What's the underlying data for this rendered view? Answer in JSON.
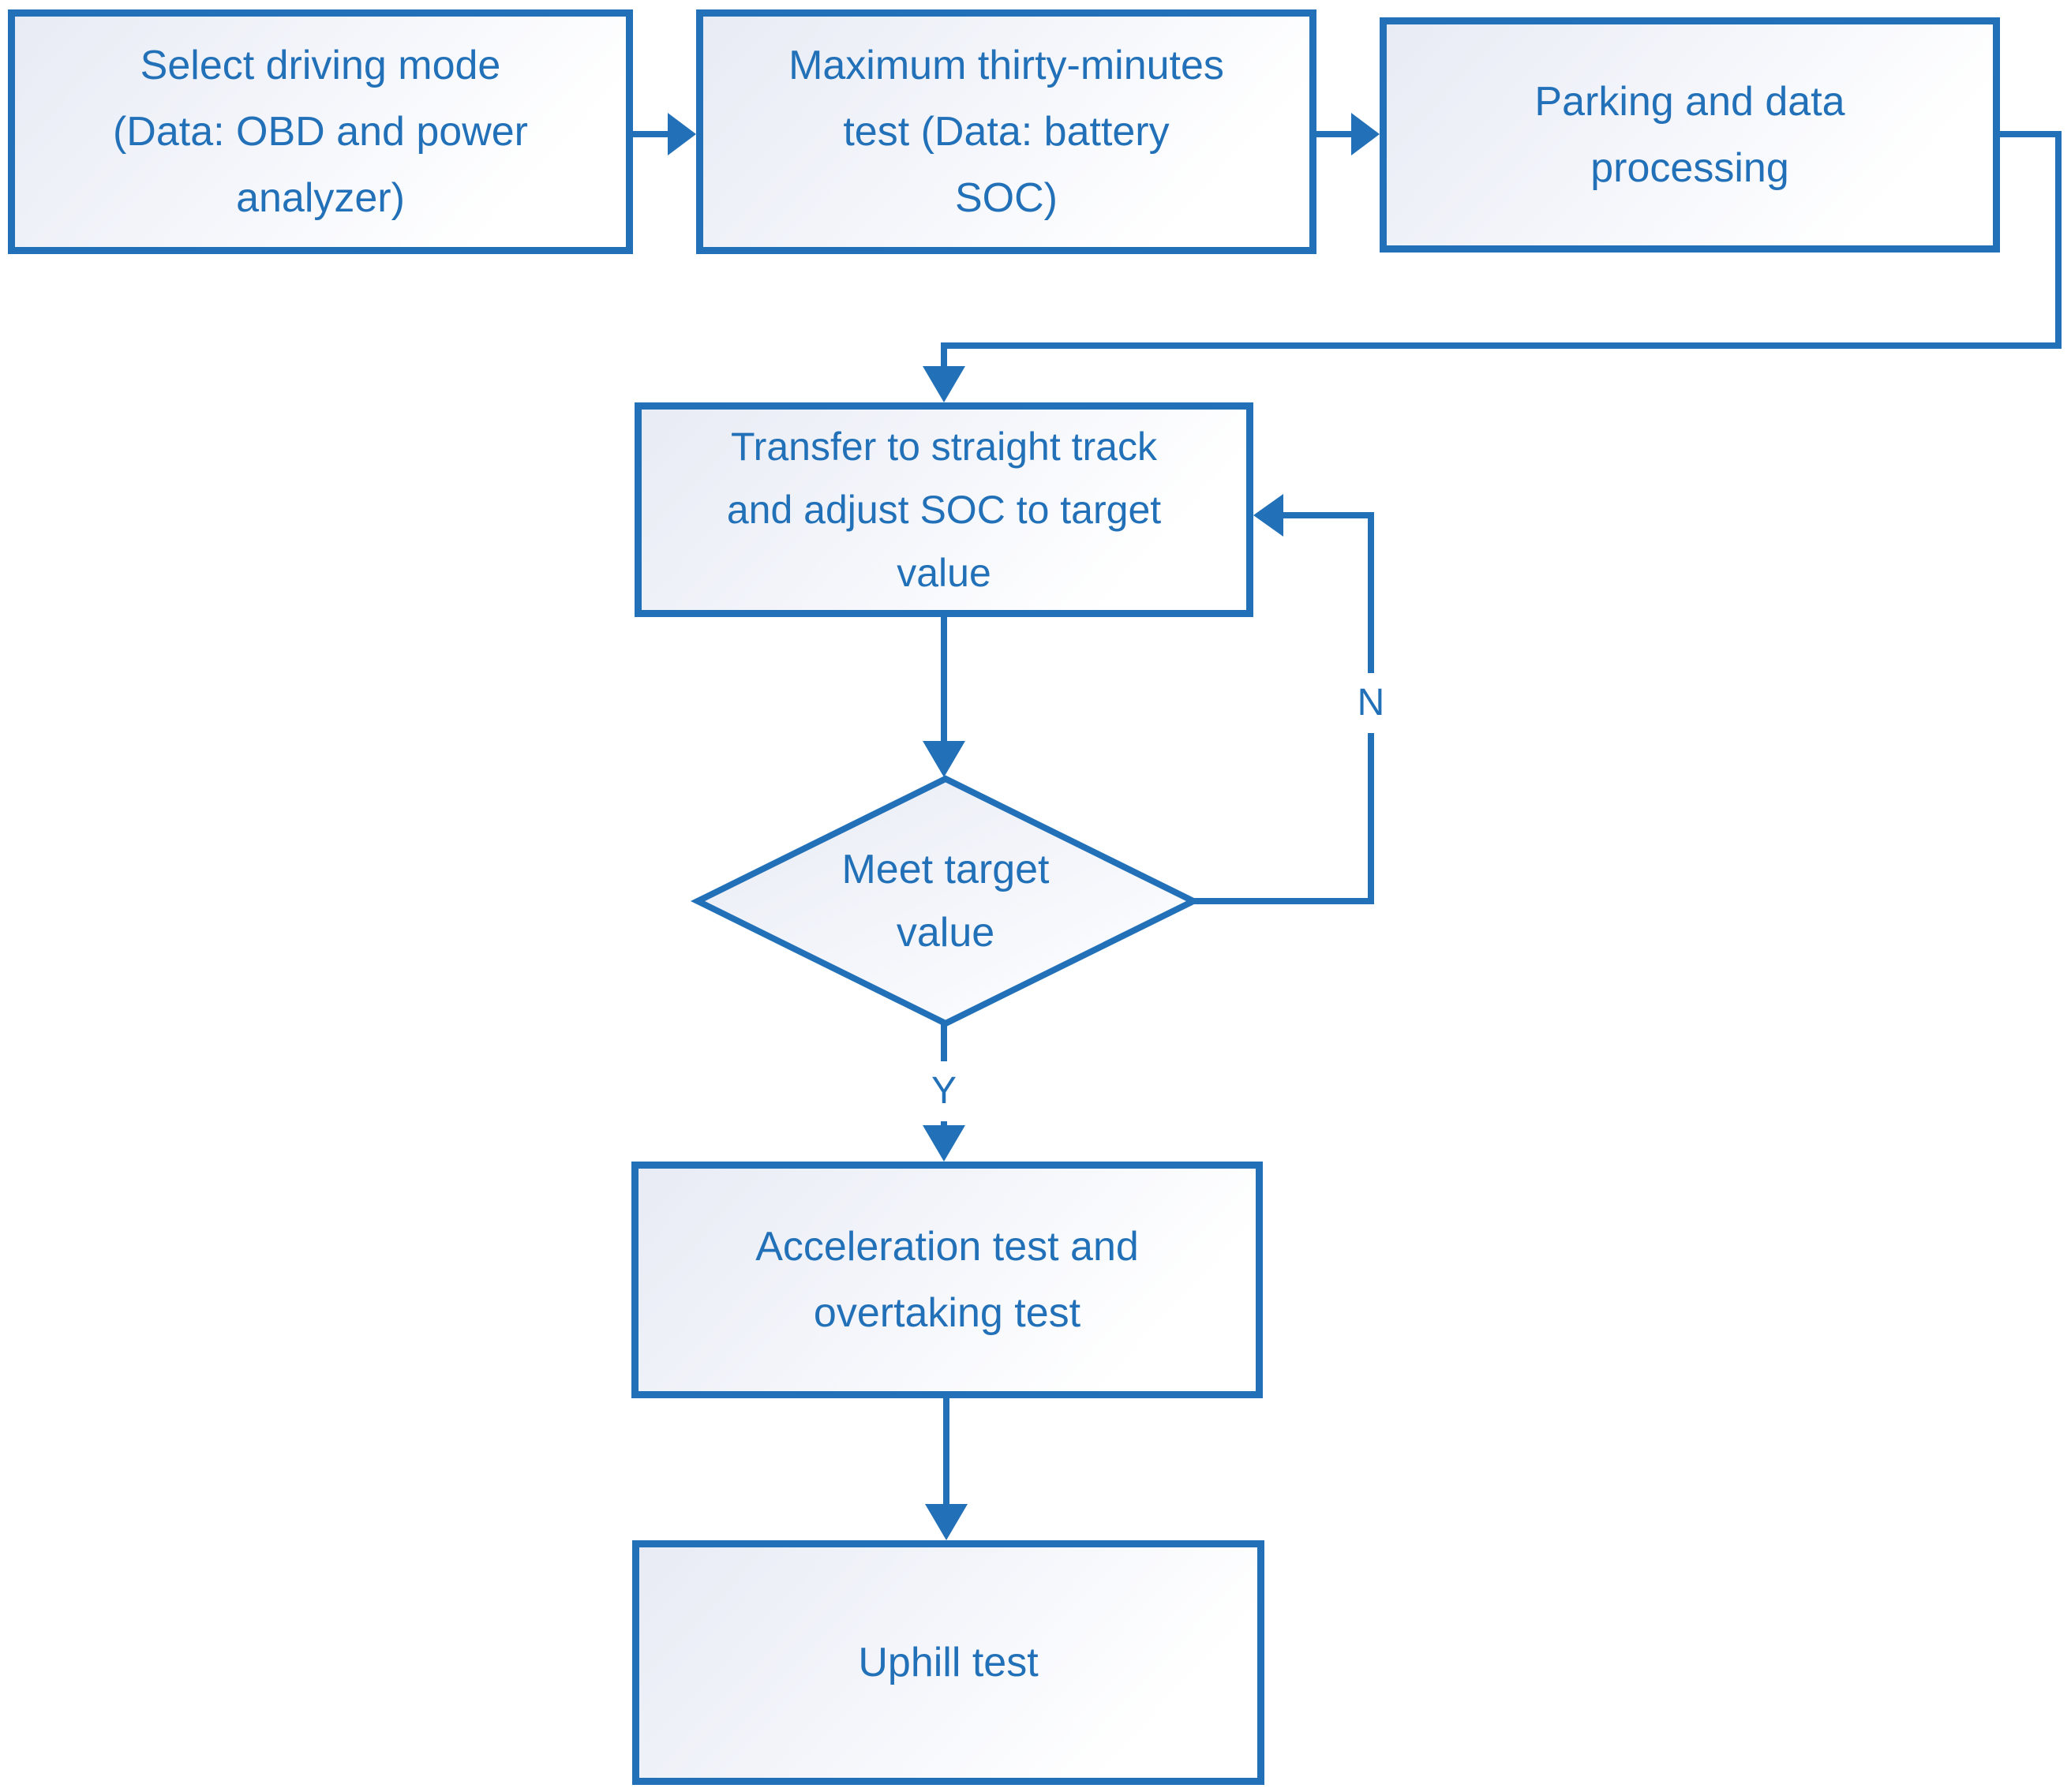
{
  "diagram": {
    "type": "flowchart",
    "colors": {
      "line": "#2271B8",
      "text": "#2271B8",
      "fill_gradient_start": "#E8EBF4",
      "fill_gradient_end": "#FFFFFF",
      "background": "#FFFFFF"
    },
    "nodes": {
      "select_mode": {
        "shape": "process",
        "lines": [
          "Select driving mode",
          "(Data: OBD and power",
          "analyzer)"
        ]
      },
      "max_test": {
        "shape": "process",
        "lines": [
          "Maximum thirty-minutes",
          "test (Data: battery",
          "SOC)"
        ]
      },
      "parking": {
        "shape": "process",
        "lines": [
          "Parking and data",
          "processing"
        ]
      },
      "transfer": {
        "shape": "process",
        "lines": [
          "Transfer to straight track",
          "and adjust SOC to target",
          "value"
        ]
      },
      "decision": {
        "shape": "decision",
        "lines": [
          "Meet target",
          "value"
        ]
      },
      "acceleration": {
        "shape": "process",
        "lines": [
          "Acceleration test and",
          "overtaking test"
        ]
      },
      "uphill": {
        "shape": "process",
        "lines": [
          "Uphill test"
        ]
      }
    },
    "edge_labels": {
      "no": "N",
      "yes": "Y"
    }
  }
}
